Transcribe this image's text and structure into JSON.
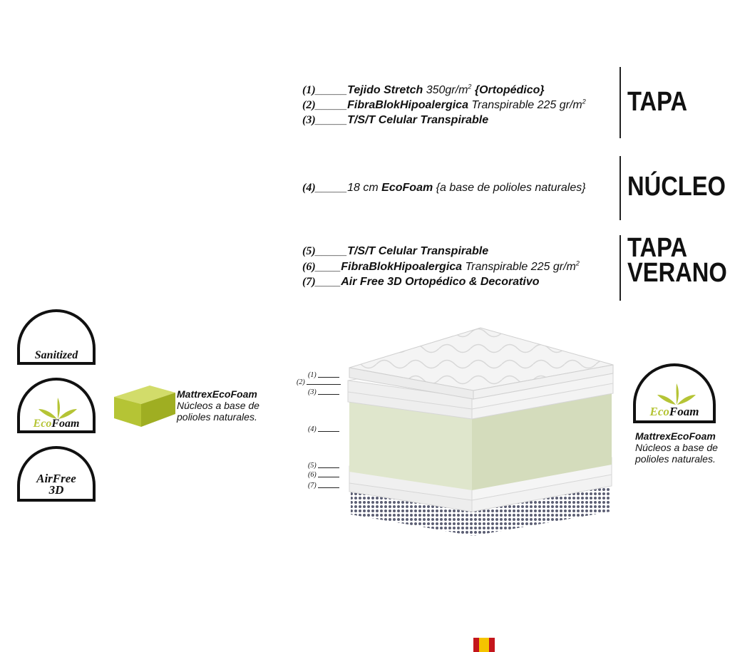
{
  "specs": {
    "l1": {
      "num": "(1)",
      "bold": "Tejido Stretch",
      "rest": " 350gr/m",
      "sup": "2",
      "tail": " {Ortopédico}"
    },
    "l2": {
      "num": "(2)",
      "bold": "FibraBlokHipoalergica",
      "rest": " Transpirable 225 gr/m",
      "sup": "2"
    },
    "l3": {
      "num": "(3)",
      "bold": "T/S/T Celular Transpirable"
    },
    "l4": {
      "num": "(4)",
      "pre": "18 cm ",
      "bold": "EcoFoam",
      "rest": " {a base de polioles naturales}"
    },
    "l5": {
      "num": "(5)",
      "bold": "T/S/T Celular Transpirable"
    },
    "l6": {
      "num": "(6)",
      "bold": "FibraBlokHipoalergica",
      "rest": " Transpirable 225 gr/m",
      "sup": "2"
    },
    "l7": {
      "num": "(7)",
      "bold": "Air Free 3D Ortopédico & Decorativo"
    }
  },
  "sections": {
    "tapa": "TAPA",
    "nucleo": "NÚCLEO",
    "tapa_verano_1": "TAPA",
    "tapa_verano_2": "VERANO"
  },
  "badges": {
    "sanitized": "Sanitized",
    "ecofoam": "EcoFoam",
    "airfree_1": "AirFree",
    "airfree_2": "3D",
    "ecofoam_right": "EcoFoam"
  },
  "callouts": {
    "left": {
      "title": "MattrexEcoFoam",
      "line1": "Núcleos a base de",
      "line2": "polioles naturales."
    },
    "right": {
      "title": "MattrexEcoFoam",
      "line1": "Núcleos a base de",
      "line2": "polioles naturales."
    }
  },
  "mattress_labels": [
    "(1)",
    "(2)",
    "(3)",
    "(4)",
    "(5)",
    "(6)",
    "(7)"
  ],
  "colors": {
    "ecofoam_green": "#b5c435",
    "core_green": "#dfe6cc",
    "flag_red": "#c4161c",
    "flag_yellow": "#f5c400"
  }
}
